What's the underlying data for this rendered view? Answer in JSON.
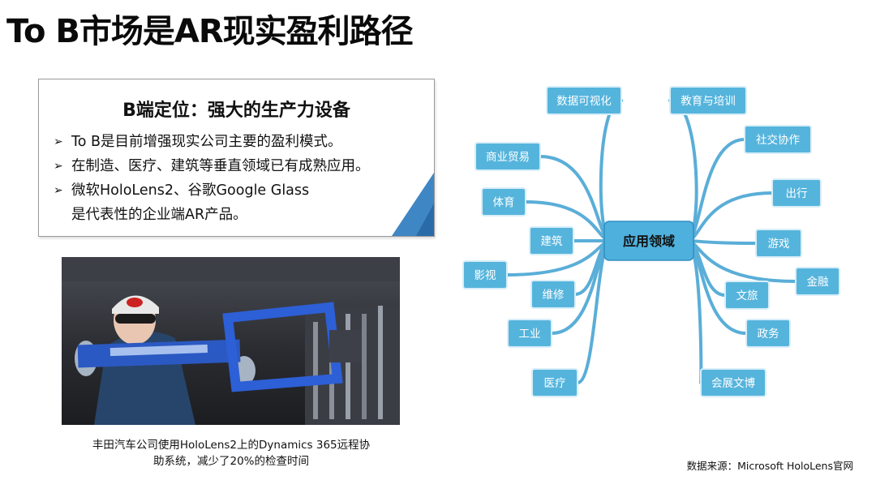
{
  "title": "To B市场是AR现实盈利路径",
  "position_box": {
    "heading": "B端定位：强大的生产力设备",
    "bullet_marker": "➢",
    "bullets": [
      {
        "lines": [
          "To B是目前增强现实公司主要的盈利模式。"
        ]
      },
      {
        "lines": [
          "在制造、医疗、建筑等垂直领域已有成熟应用。"
        ]
      },
      {
        "lines": [
          "微软HoloLens2、谷歌Google Glass",
          "是代表性的企业端AR产品。"
        ]
      }
    ]
  },
  "photo_caption": {
    "line1": "丰田汽车公司使用HoloLens2上的Dynamics 365远程协",
    "line2": "助系统，减少了20%的检查时间"
  },
  "source_note": "数据来源：Microsoft HoloLens官网",
  "mindmap": {
    "center": "应用领域",
    "node_color": "#55b4dc",
    "line_color": "#5aaed8",
    "center_color": "#4eb0dd",
    "nodes": [
      "数据可视化",
      "教育与培训",
      "商业贸易",
      "社交协作",
      "体育",
      "出行",
      "建筑",
      "游戏",
      "影视",
      "金融",
      "维修",
      "文旅",
      "工业",
      "政务",
      "医疗",
      "会展文博"
    ]
  }
}
